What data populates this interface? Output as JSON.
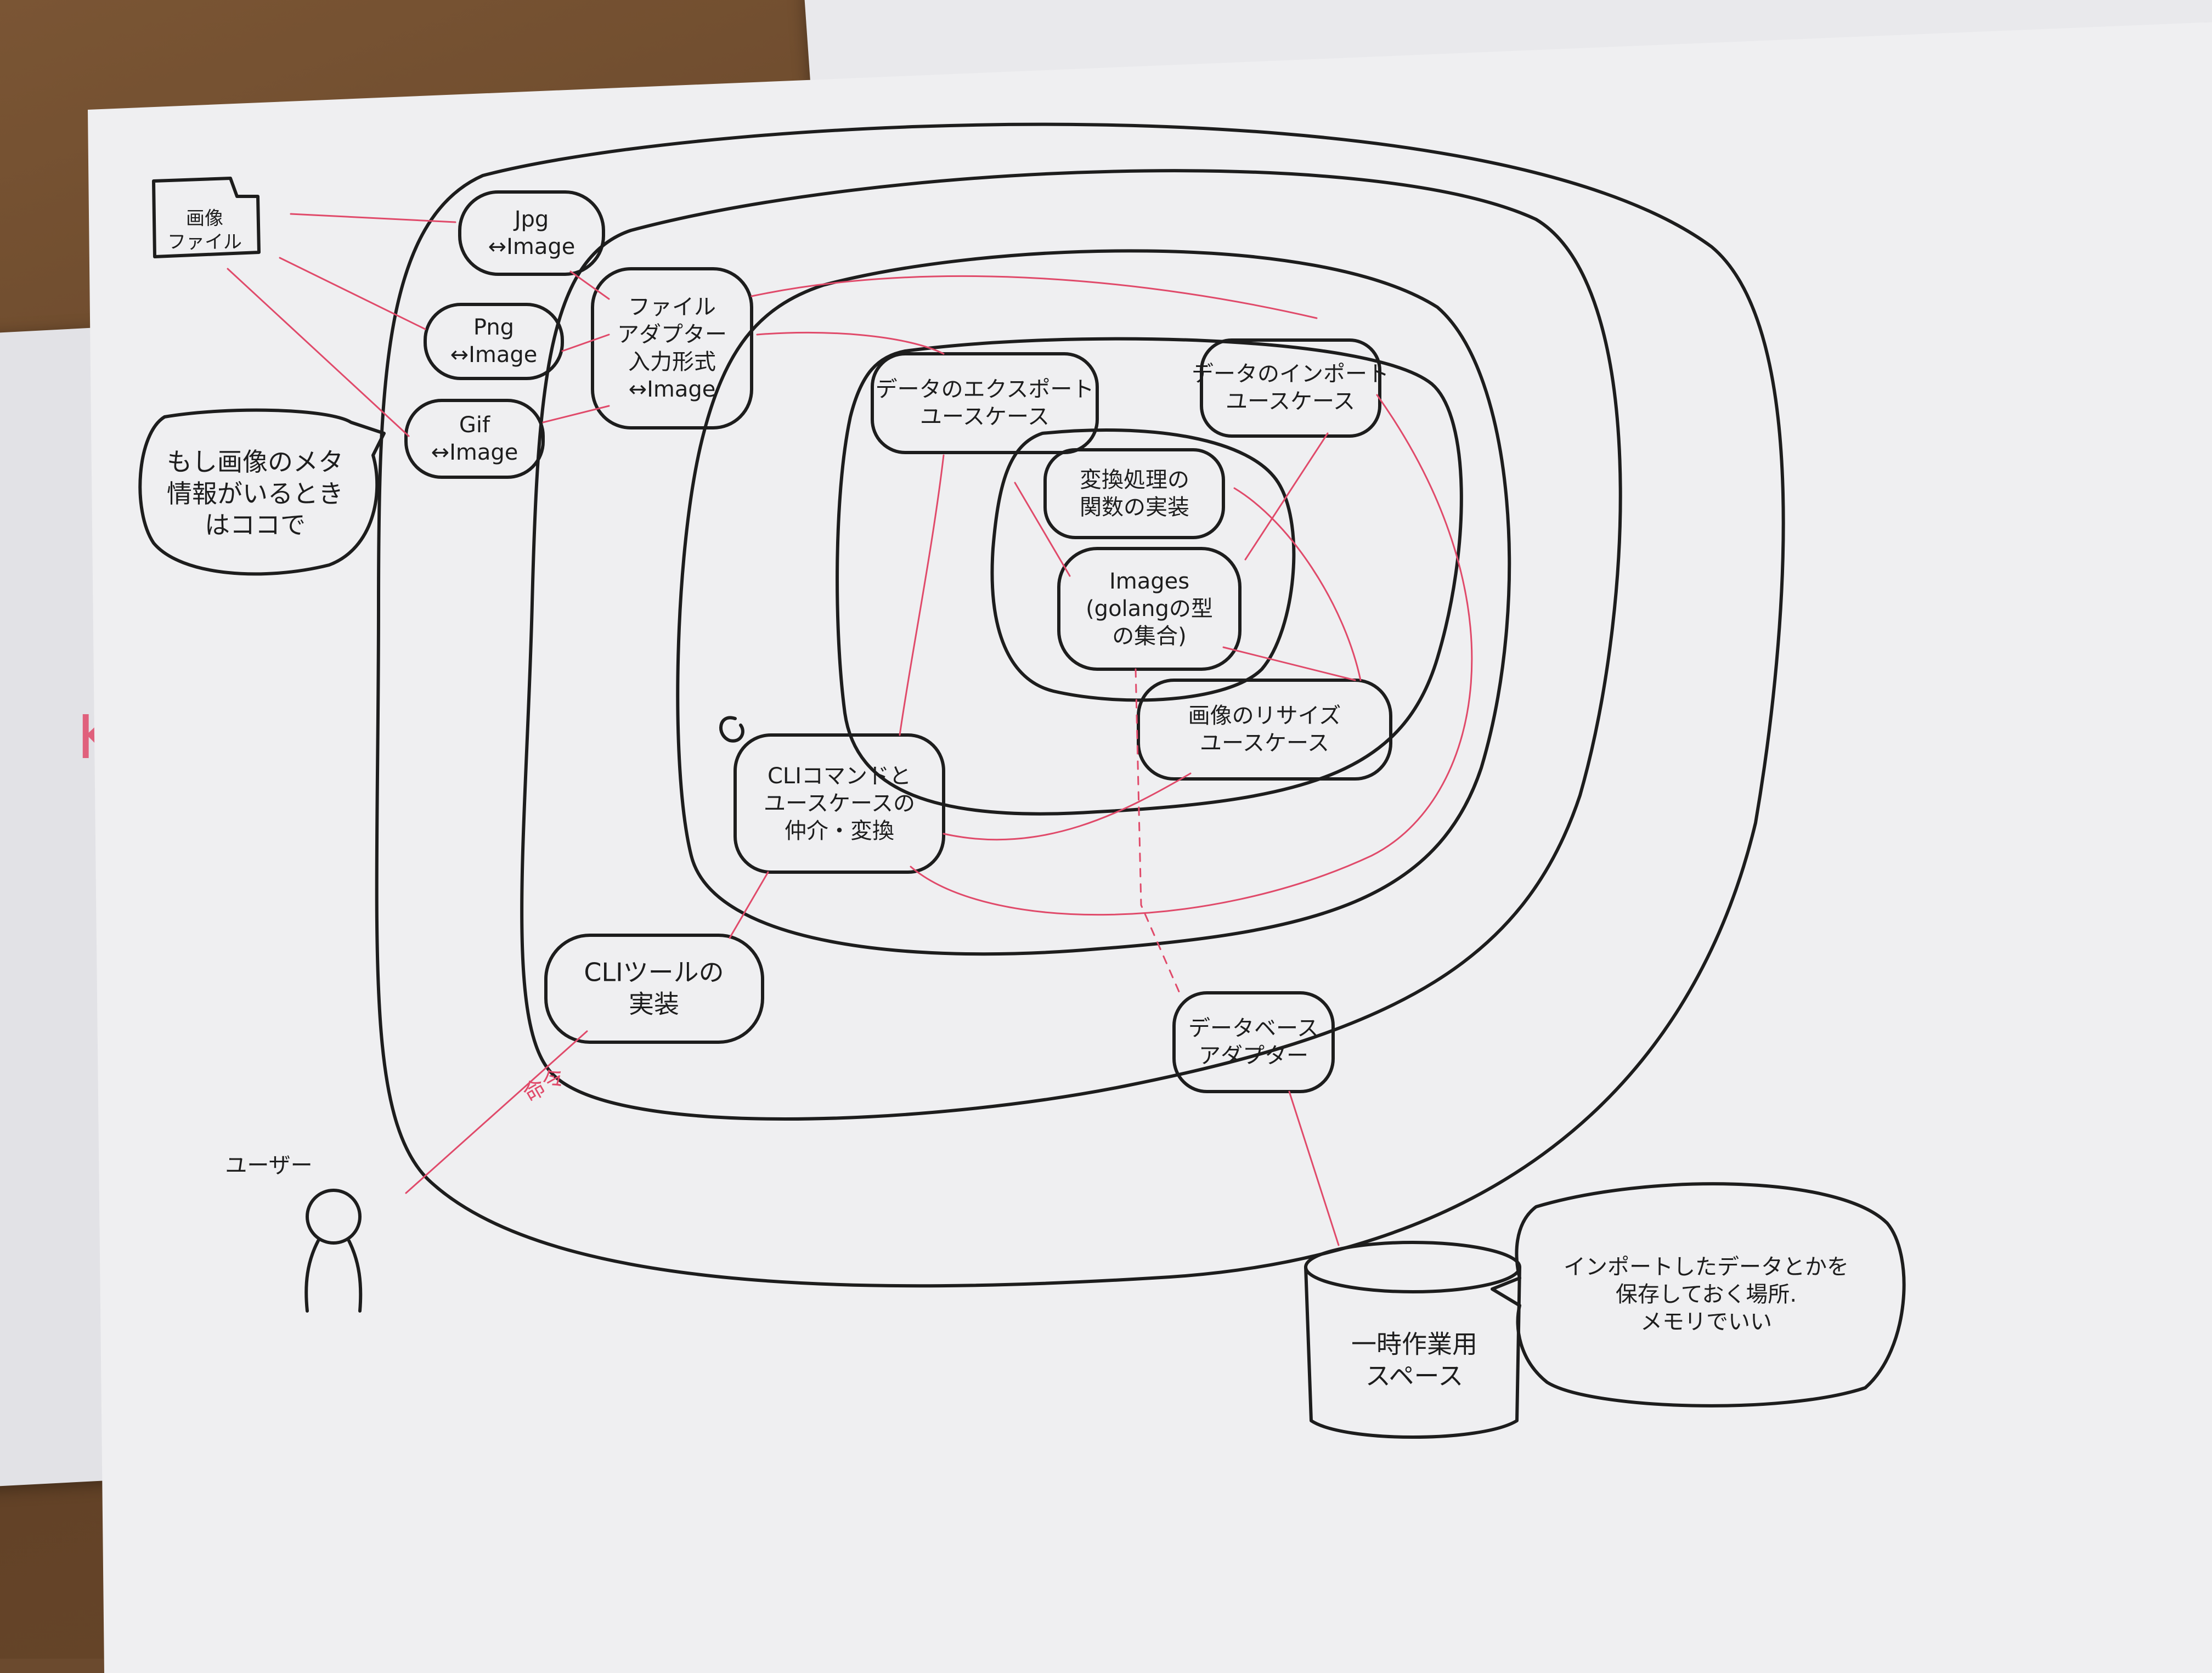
{
  "colors": {
    "ink": "#1d1d1d",
    "red_ink": "#e04a6a",
    "paper": "#efeff1"
  },
  "nodes": {
    "image_file": "画像\nファイル",
    "jpg": "Jpg\n↔Image",
    "png": "Png\n↔Image",
    "gif": "Gif\n↔Image",
    "file_adapter": "ファイル\nアダプター\n入力形式\n↔Image",
    "metadata_note": "もし画像のメタ\n情報がいるとき\nはココで",
    "export_usecase": "データのエクスポート\nユースケース",
    "import_usecase": "データのインポート\nユースケース",
    "conversion_impl": "変換処理の\n関数の実装",
    "images_type": "Images\n(golangの型\nの集合)",
    "resize_usecase": "画像のリサイズ\nユースケース",
    "cli_mediator": "CLIコマンドと\nユースケースの\n仲介・変換",
    "cli_tool": "CLIツールの\n実装",
    "database_adapter": "データベース\nアダプター",
    "temp_space": "一時作業用\nスペース",
    "temp_space_note": "インポートしたデータとかを\n保存しておく場所.\nメモリでいい",
    "user": "ユーザー"
  },
  "edge_labels": {
    "command": "命令"
  }
}
